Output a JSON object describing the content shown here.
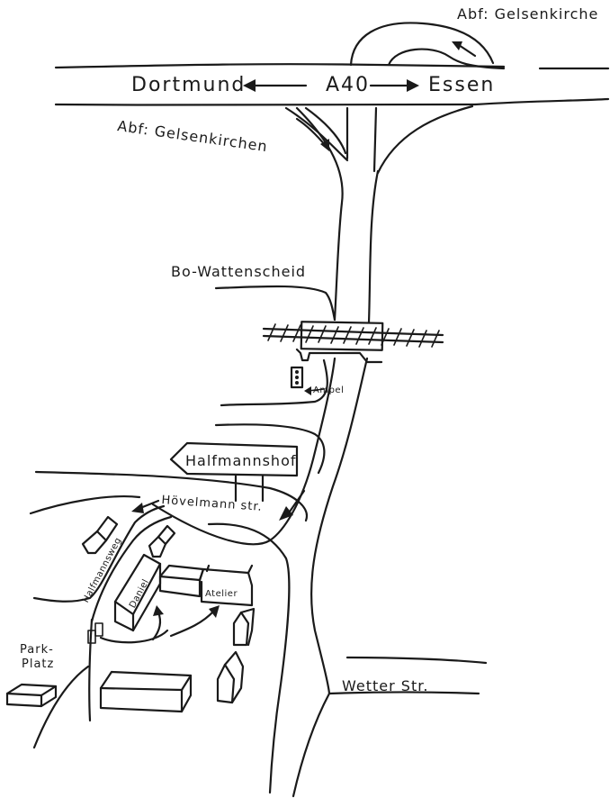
{
  "labels": {
    "exit_top": "Abf: Gelsenkirche",
    "dortmund": "Dortmund",
    "highway": "A40",
    "essen": "Essen",
    "exit_left": "Abf: Gelsenkirchen",
    "wattenscheid": "Bo-Wattenscheid",
    "traffic_light": "Ampel",
    "halfmannshof": "Halfmannshof",
    "hoevelmann": "Hövelmann str.",
    "halfmannsweg": "Halfmannsweg",
    "daniel": "Daniel",
    "atelier": "Atelier",
    "parking_line1": "Park-",
    "parking_line2": "Platz",
    "wetter": "Wetter Str."
  }
}
